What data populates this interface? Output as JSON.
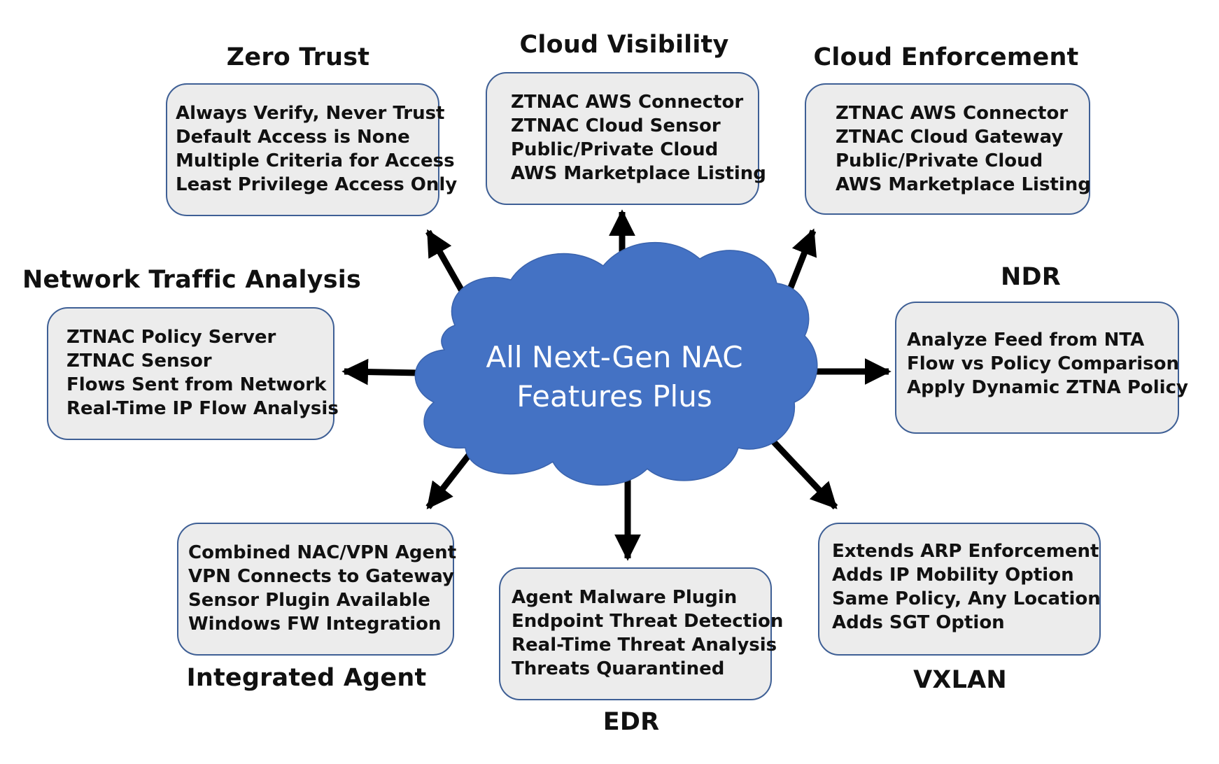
{
  "center": {
    "line1": "All Next-Gen NAC",
    "line2": "Features Plus",
    "fill_color": "#4472c4"
  },
  "colors": {
    "box_fill": "#ececec",
    "box_border": "#3e5f95",
    "arrow": "#000000"
  },
  "nodes": [
    {
      "key": "zero-trust",
      "title": "Zero Trust",
      "items": [
        "Always Verify, Never Trust",
        "Default Access is None",
        "Multiple Criteria for Access",
        "Least Privilege Access Only"
      ]
    },
    {
      "key": "cloud-visibility",
      "title": "Cloud Visibility",
      "items": [
        "ZTNAC AWS Connector",
        "ZTNAC Cloud Sensor",
        "Public/Private Cloud",
        "AWS Marketplace Listing"
      ]
    },
    {
      "key": "cloud-enforcement",
      "title": "Cloud Enforcement",
      "items": [
        "ZTNAC AWS Connector",
        "ZTNAC Cloud Gateway",
        "Public/Private Cloud",
        "AWS Marketplace Listing"
      ]
    },
    {
      "key": "network-traffic-analysis",
      "title": "Network Traffic Analysis",
      "items": [
        "ZTNAC Policy Server",
        "ZTNAC Sensor",
        "Flows Sent from Network",
        "Real-Time IP Flow Analysis"
      ]
    },
    {
      "key": "ndr",
      "title": "NDR",
      "items": [
        "Analyze Feed from NTA",
        "Flow vs Policy Comparison",
        "Apply Dynamic ZTNA Policy"
      ]
    },
    {
      "key": "integrated-agent",
      "title": "Integrated Agent",
      "items": [
        "Combined NAC/VPN Agent",
        "VPN Connects to Gateway",
        "Sensor Plugin Available",
        "Windows FW Integration"
      ]
    },
    {
      "key": "edr",
      "title": "EDR",
      "items": [
        "Agent Malware Plugin",
        "Endpoint Threat Detection",
        "Real-Time Threat Analysis",
        "Threats Quarantined"
      ]
    },
    {
      "key": "vxlan",
      "title": "VXLAN",
      "items": [
        "Extends ARP Enforcement",
        "Adds IP Mobility Option",
        "Same Policy, Any Location",
        "Adds SGT Option"
      ]
    }
  ]
}
